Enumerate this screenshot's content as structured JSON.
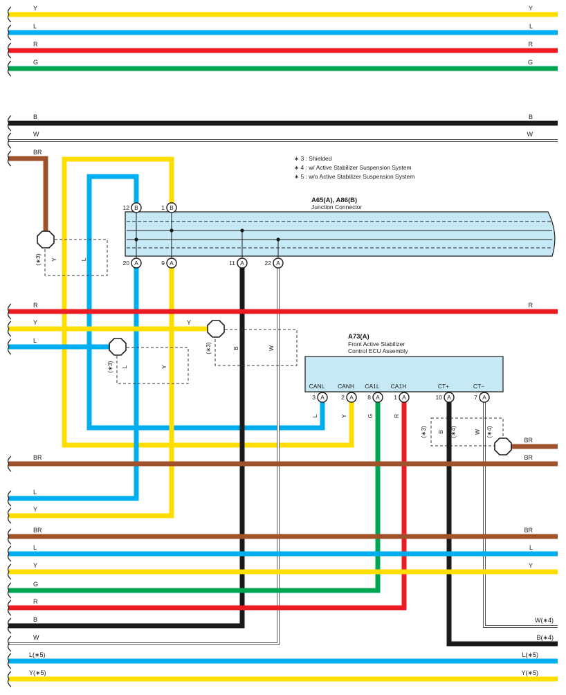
{
  "colors": {
    "Y": "#ffdd00",
    "L": "#00aeef",
    "R": "#ed1c24",
    "G": "#00a651",
    "B": "#1a1a1a",
    "W": "#ffffff",
    "BR": "#a0522d",
    "connector_fill": "#c7e8f5"
  },
  "buses": {
    "top": [
      "Y",
      "L",
      "R",
      "G"
    ],
    "mid": [
      "B",
      "W"
    ],
    "lower": [
      "BR",
      "L",
      "Y",
      "G",
      "R",
      "B",
      "W"
    ],
    "bottom_left": [
      "L(∗5)",
      "Y(∗5)"
    ],
    "bottom_right": [
      "L(∗5)",
      "Y(∗5)"
    ],
    "right_extra": [
      "W(∗4)",
      "B(∗4)"
    ]
  },
  "wire_labels": {
    "br_upper": "BR",
    "r_row": "R",
    "y_row": "Y",
    "l_row": "L",
    "br_row_left": "BR",
    "br_row_right": "BR",
    "br_stub": "BR",
    "l_low": "L",
    "y_low": "Y",
    "lower_right_br": "BR",
    "lower_right_l": "L",
    "lower_right_y": "Y"
  },
  "notes": [
    "∗ 3 : Shielded",
    "∗ 4 : w/ Active Stabilizer Suspension System",
    "∗ 5 : w/o Active Stabilizer Suspension System"
  ],
  "junction": {
    "id": "A65(A), A86(B)",
    "name": "Junction Connector",
    "pins_top": [
      {
        "num": "12",
        "conn": "B"
      },
      {
        "num": "1",
        "conn": "B"
      }
    ],
    "pins_bottom": [
      {
        "num": "20",
        "conn": "A"
      },
      {
        "num": "9",
        "conn": "A"
      },
      {
        "num": "11",
        "conn": "A"
      },
      {
        "num": "22",
        "conn": "A"
      }
    ]
  },
  "ecu": {
    "id": "A73(A)",
    "name_line1": "Front Active Stabilizer",
    "name_line2": "Control ECU Assembly",
    "terminals": [
      {
        "label": "CANL",
        "num": "3",
        "conn": "A",
        "wire": "L"
      },
      {
        "label": "CANH",
        "num": "2",
        "conn": "A",
        "wire": "Y"
      },
      {
        "label": "CA1L",
        "num": "8",
        "conn": "A",
        "wire": "G"
      },
      {
        "label": "CA1H",
        "num": "1",
        "conn": "A",
        "wire": "R"
      },
      {
        "label": "CT+",
        "num": "10",
        "conn": "A",
        "wire": ""
      },
      {
        "label": "CT−",
        "num": "7",
        "conn": "A",
        "wire": ""
      }
    ]
  },
  "shields": [
    {
      "tag": "(∗3)",
      "wires": [
        "Y",
        "L"
      ]
    },
    {
      "tag": "(∗3)",
      "wires": [
        "B",
        "W"
      ]
    },
    {
      "tag": "(∗3)",
      "wires": [
        "L",
        "Y"
      ]
    },
    {
      "tag": "(∗3)",
      "wires": [
        "B",
        "W"
      ],
      "sub_tags": [
        "(∗4)",
        "(∗4)"
      ]
    }
  ]
}
